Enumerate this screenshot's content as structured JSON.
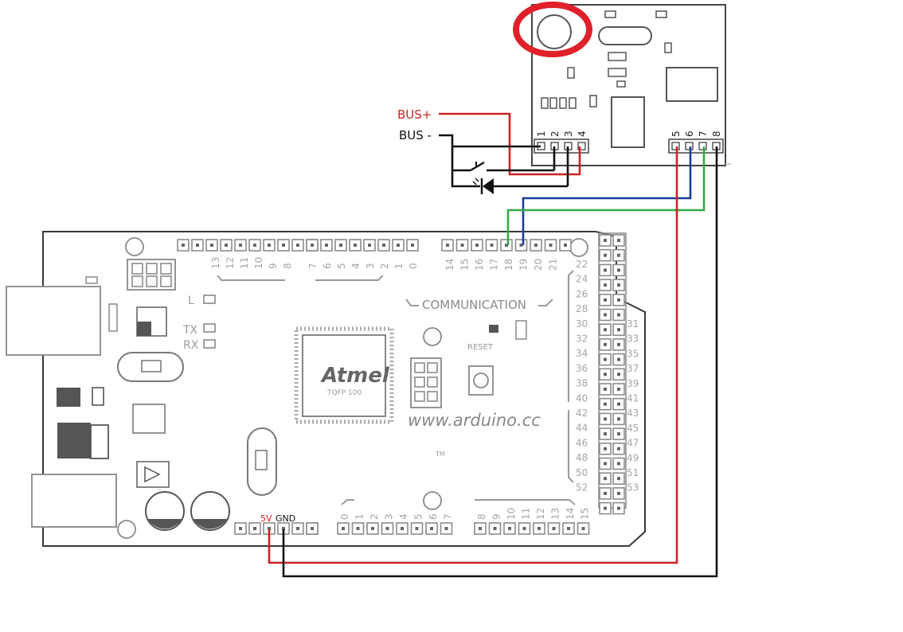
{
  "colors": {
    "bus_plus": "#cc2222",
    "wire_black": "#111111",
    "wire_red": "#cc2222",
    "wire_blue": "#1a3c9e",
    "wire_green": "#33aa44",
    "highlight": "#e0202a",
    "board": "#8a8a8a"
  },
  "labels": {
    "bus_plus": "BUS+",
    "bus_minus": "BUS -",
    "v5": "5V",
    "gnd": "GND"
  },
  "module": {
    "pins_left": [
      "1",
      "2",
      "3",
      "4"
    ],
    "pins_right": [
      "5",
      "6",
      "7",
      "8"
    ]
  },
  "board": {
    "communication": "COMMUNICATION",
    "reset": "RESET",
    "website": "www.arduino.cc",
    "tm": "TM",
    "chip": "TQFP 100",
    "led_labels": [
      "L",
      "TX",
      "RX"
    ],
    "pwm_left": [
      "13",
      "12",
      "11",
      "10",
      "9",
      "8"
    ],
    "pwm_right": [
      "7",
      "6",
      "5",
      "4",
      "3",
      "2",
      "1",
      "0"
    ],
    "comm_pins": [
      "14",
      "15",
      "16",
      "17",
      "18",
      "19",
      "20",
      "21"
    ],
    "digital_left": [
      "22",
      "24",
      "26",
      "28",
      "30",
      "32",
      "34",
      "36",
      "38",
      "40",
      "42",
      "44",
      "46",
      "48",
      "50",
      "52"
    ],
    "digital_right": [
      "31",
      "33",
      "35",
      "37",
      "39",
      "41",
      "43",
      "45",
      "47",
      "49",
      "51",
      "53"
    ],
    "analog_left": [
      "0",
      "1",
      "2",
      "3",
      "4",
      "5",
      "6",
      "7"
    ],
    "analog_right": [
      "8",
      "9",
      "10",
      "11",
      "12",
      "13",
      "14",
      "15"
    ]
  }
}
